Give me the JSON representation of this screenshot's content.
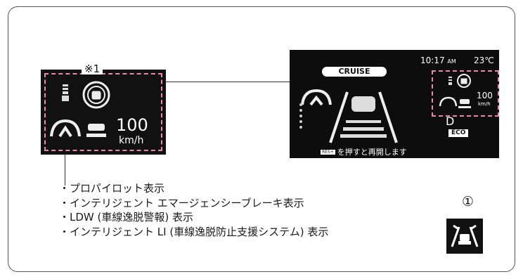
{
  "note_marker": "※1",
  "zoom_display": {
    "speed": "100",
    "unit": "km/h"
  },
  "display": {
    "cruise_label": "CRUISE",
    "time": "10:17",
    "time_period": "AM",
    "temperature": "23℃",
    "speed": "100",
    "unit": "km/h",
    "gear": "D",
    "eco_label": "ECO",
    "res_label": "RES+",
    "resume_message": "を押すと再開します"
  },
  "list": [
    "・プロパイロット表示",
    "・インテリジェント エマージェンシーブレーキ表示",
    "・LDW (車線逸脱警報) 表示",
    "・インテリジェント LI (車線逸脱防止支援システム) 表示"
  ],
  "ref_number": "①",
  "icons": [
    "steering-wheel-icon",
    "vehicle-ahead-icon",
    "vehicle-radar-icon",
    "lane-departure-icon"
  ],
  "colors": {
    "highlight_dash": "#e889b0",
    "screen": "#0d0d0d"
  }
}
